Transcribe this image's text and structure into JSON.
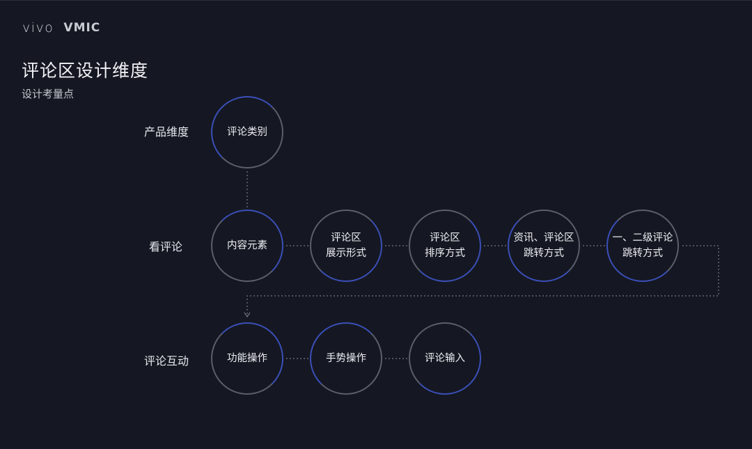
{
  "header": {
    "brand": "vivo",
    "brand_secondary": "VMIC"
  },
  "page": {
    "title": "评论区设计维度",
    "subtitle": "设计考量点"
  },
  "rows": [
    {
      "label": "产品维度",
      "nodes": [
        "评论类别"
      ]
    },
    {
      "label": "看评论",
      "nodes": [
        "内容元素",
        "评论区\n展示形式",
        "评论区\n排序方式",
        "资讯、评论区\n跳转方式",
        "一、二级评论\n跳转方式"
      ]
    },
    {
      "label": "评论互动",
      "nodes": [
        "功能操作",
        "手势操作",
        "评论输入"
      ]
    }
  ],
  "colors": {
    "background": "#151822",
    "circle_border": "#5a5f6b",
    "circle_accent": "#3b4fb8",
    "connector": "#8a8f9b"
  }
}
